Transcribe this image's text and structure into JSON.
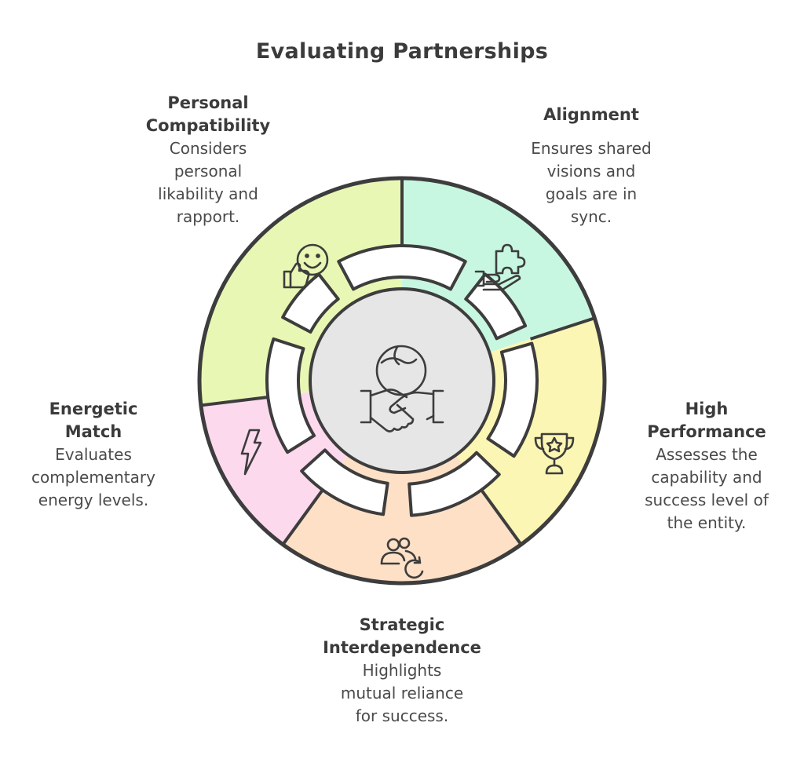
{
  "title": "Evaluating Partnerships",
  "center": {
    "icon": "handshake-globe-icon"
  },
  "segments": [
    {
      "key": "personal",
      "title_lines": [
        "Personal",
        "Compatibility"
      ],
      "desc_lines": [
        "Considers",
        "personal",
        "likability and",
        "rapport."
      ],
      "color": "#e8f8b4",
      "icon": "smile-thumbs-up-icon"
    },
    {
      "key": "alignment",
      "title_lines": [
        "Alignment"
      ],
      "desc_lines": [
        "Ensures shared",
        "visions and",
        "goals are in",
        "sync."
      ],
      "color": "#c7f7e1",
      "icon": "puzzle-hand-icon"
    },
    {
      "key": "performance",
      "title_lines": [
        "High",
        "Performance"
      ],
      "desc_lines": [
        "Assesses the",
        "capability and",
        "success level of",
        "the entity."
      ],
      "color": "#fbf6b4",
      "icon": "trophy-icon"
    },
    {
      "key": "strategic",
      "title_lines": [
        "Strategic",
        "Interdependence"
      ],
      "desc_lines": [
        "Highlights",
        "mutual reliance",
        "for success."
      ],
      "color": "#fde0c6",
      "icon": "users-cycle-icon"
    },
    {
      "key": "energetic",
      "title_lines": [
        "Energetic",
        "Match"
      ],
      "desc_lines": [
        "Evaluates",
        "complementary",
        "energy levels."
      ],
      "color": "#fdd9ee",
      "icon": "lightning-icon"
    }
  ]
}
